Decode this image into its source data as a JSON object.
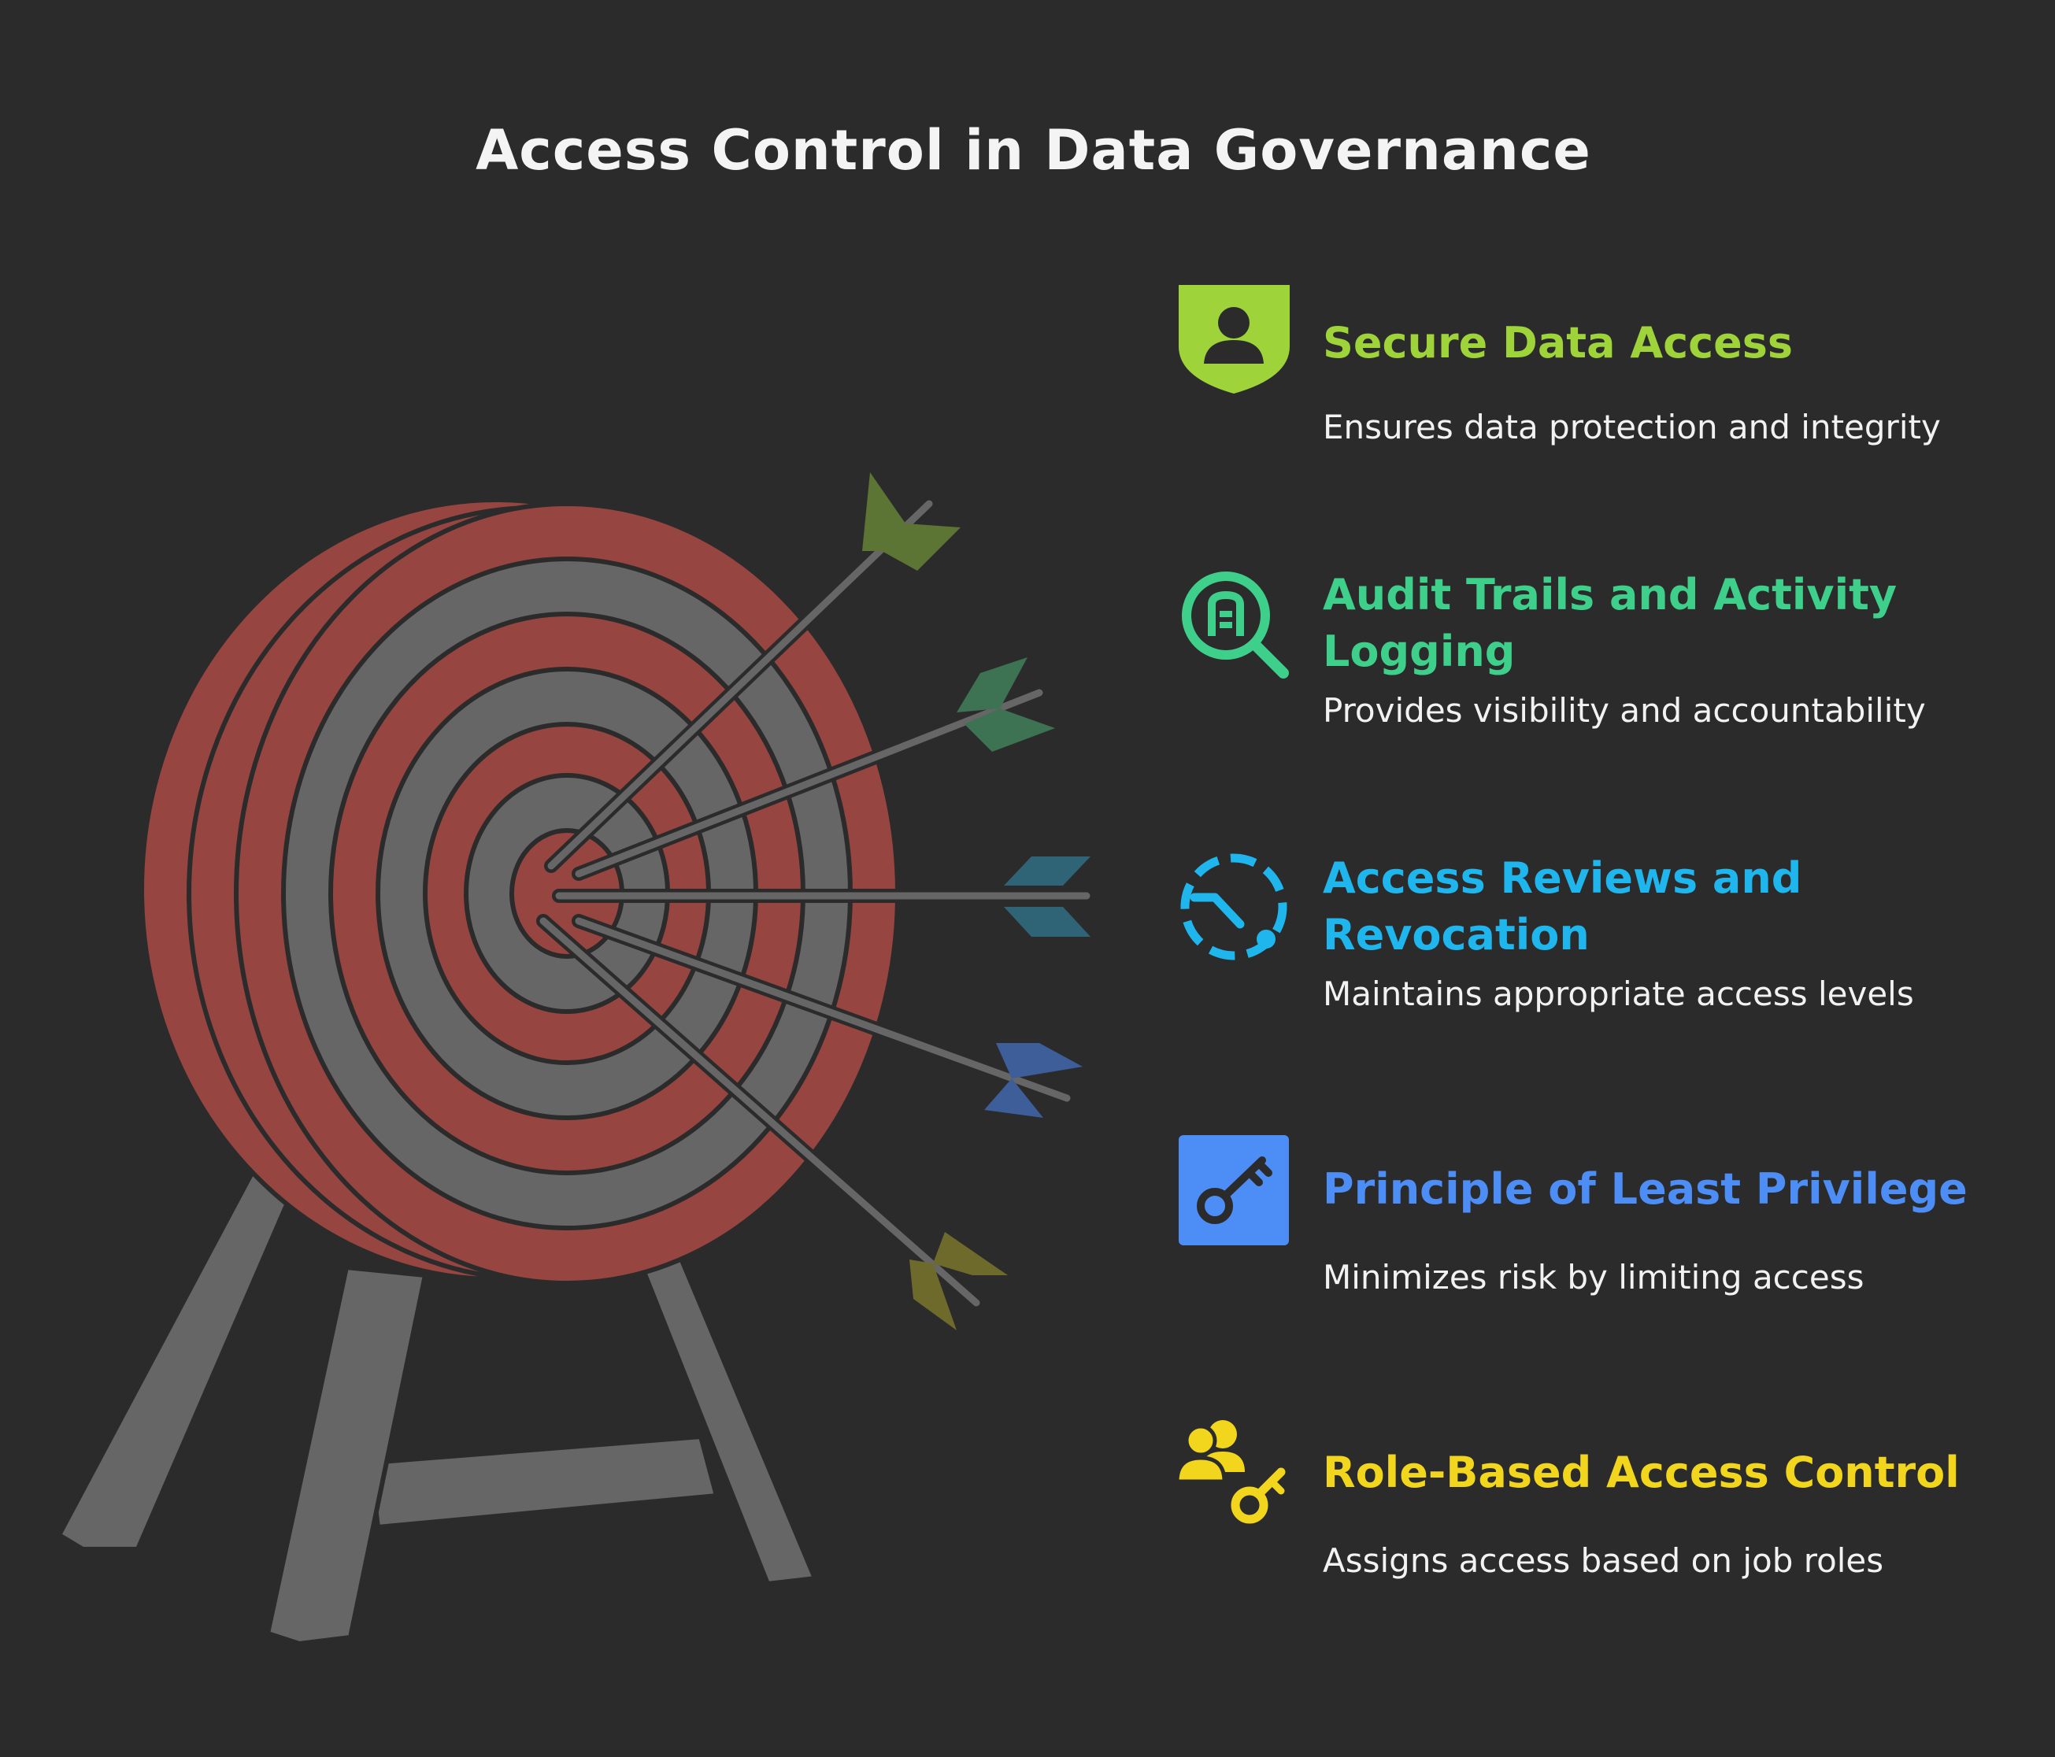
{
  "title": "Access Control in Data Governance",
  "colors": {
    "background": "#2b2b2b",
    "secure": "#9ed33a",
    "audit": "#3ed08a",
    "reviews": "#1fb6ee",
    "privilege": "#4d8df6",
    "rbac": "#f2d61d"
  },
  "items": [
    {
      "heading": "Secure Data Access",
      "description": "Ensures data protection and integrity",
      "icon": "shield-user-icon"
    },
    {
      "heading": "Audit Trails and Activity Logging",
      "description": "Provides visibility and accountability",
      "icon": "search-document-icon"
    },
    {
      "heading": "Access Reviews and Revocation",
      "description": "Maintains appropriate access levels",
      "icon": "dashed-clock-icon"
    },
    {
      "heading": "Principle of Least Privilege",
      "description": "Minimizes risk by limiting access",
      "icon": "key-icon"
    },
    {
      "heading": "Role-Based Access Control",
      "description": "Assigns access based on job roles",
      "icon": "users-key-icon"
    }
  ]
}
